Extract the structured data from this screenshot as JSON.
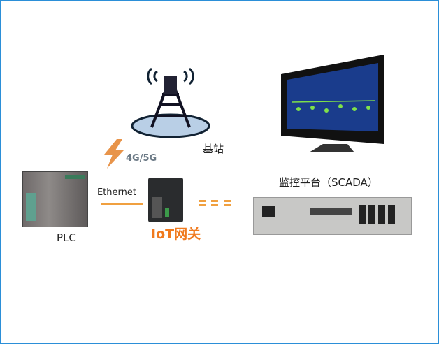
{
  "labels": {
    "base_station": "基站",
    "cellular": "4G/5G",
    "ethernet": "Ethernet",
    "plc": "PLC",
    "gateway": "IoT网关",
    "scada": "监控平台（SCADA）"
  },
  "colors": {
    "border": "#2b8fd8",
    "accent": "#f07a1e",
    "screen": "#1a3c8c"
  }
}
